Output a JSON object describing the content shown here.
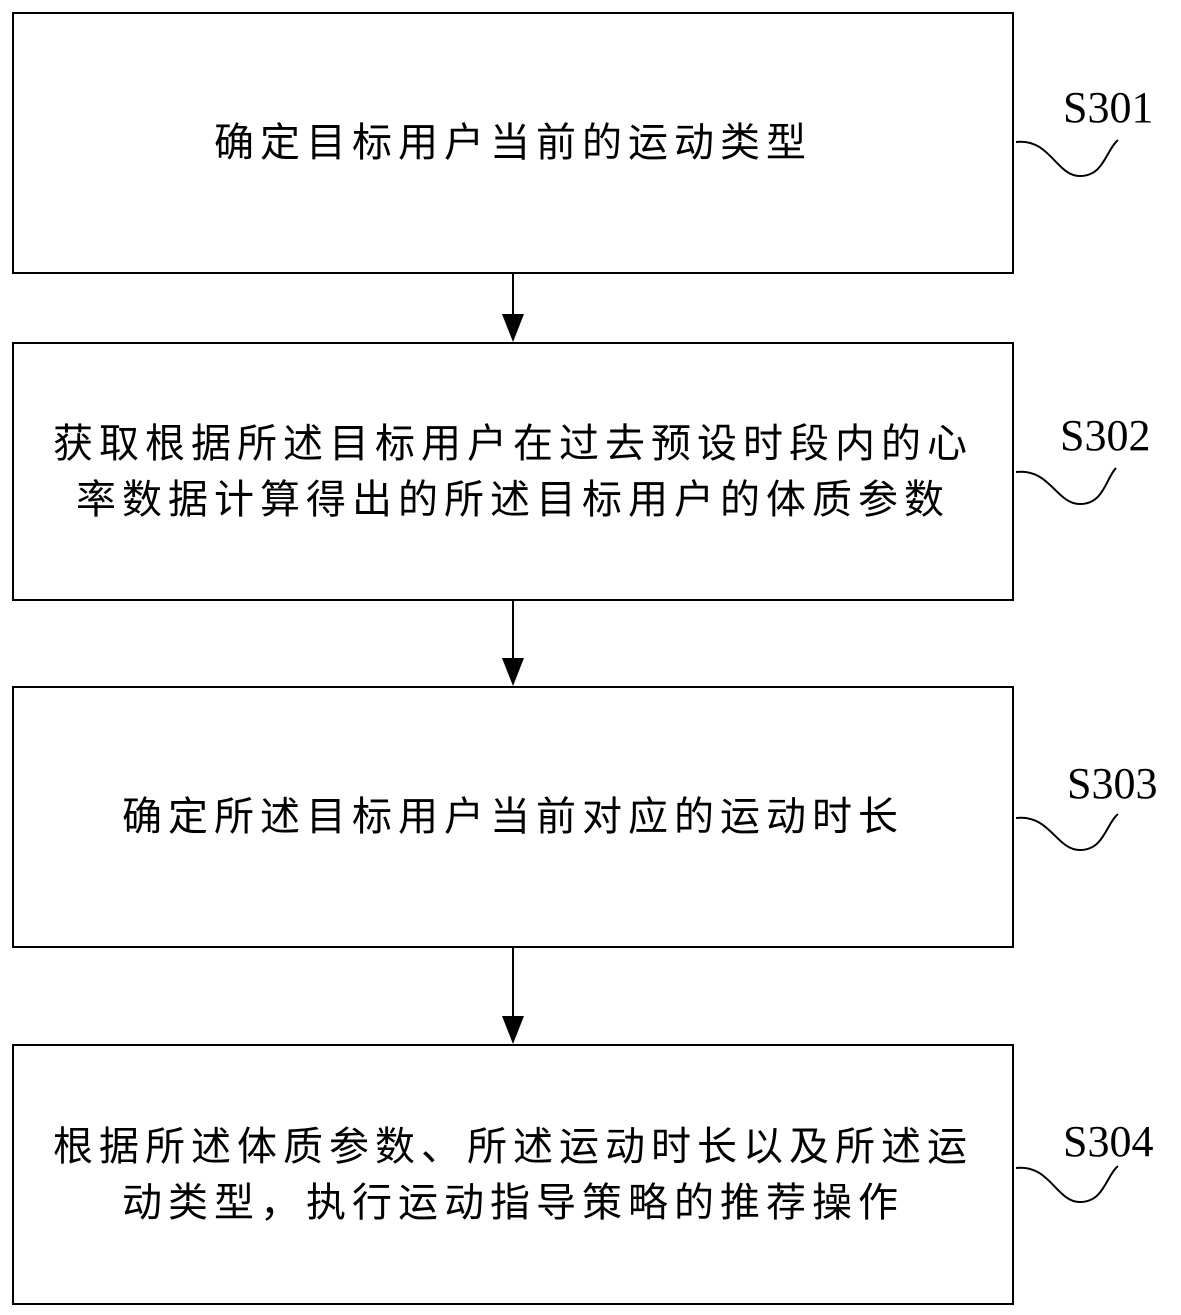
{
  "steps": [
    {
      "id": "S301",
      "text": "确定目标用户当前的运动类型"
    },
    {
      "id": "S302",
      "text": "获取根据所述目标用户在过去预设时段内的心率数据计算得出的所述目标用户的体质参数"
    },
    {
      "id": "S303",
      "text": "确定所述目标用户当前对应的运动时长"
    },
    {
      "id": "S304",
      "text": "根据所述体质参数、所述运动时长以及所述运动类型，执行运动指导策略的推荐操作"
    }
  ]
}
